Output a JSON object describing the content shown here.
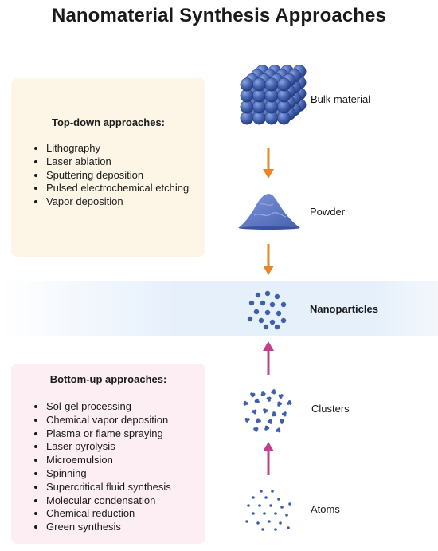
{
  "title": "Nanomaterial Synthesis Approaches",
  "top_down": {
    "heading": "Top-down approaches:",
    "items": [
      "Lithography",
      "Laser ablation",
      "Sputtering deposition",
      "Pulsed electrochemical etching",
      "Vapor deposition"
    ]
  },
  "bottom_up": {
    "heading": "Bottom-up approaches:",
    "items": [
      "Sol-gel processing",
      "Chemical vapor deposition",
      "Plasma or flame spraying",
      "Laser pyrolysis",
      "Microemulsion",
      "Spinning",
      "Supercritical fluid synthesis",
      "Molecular condensation",
      "Chemical reduction",
      "Green synthesis"
    ]
  },
  "stages": {
    "bulk": "Bulk material",
    "powder": "Powder",
    "nanoparticles": "Nanoparticles",
    "clusters": "Clusters",
    "atoms": "Atoms"
  },
  "colors": {
    "top_down_arrow": "#e8872a",
    "bottom_up_arrow": "#c13f8e",
    "particle": "#3f5fa8",
    "top_panel_bg": "#fdf6e6",
    "bottom_panel_bg": "#fdeef4"
  }
}
